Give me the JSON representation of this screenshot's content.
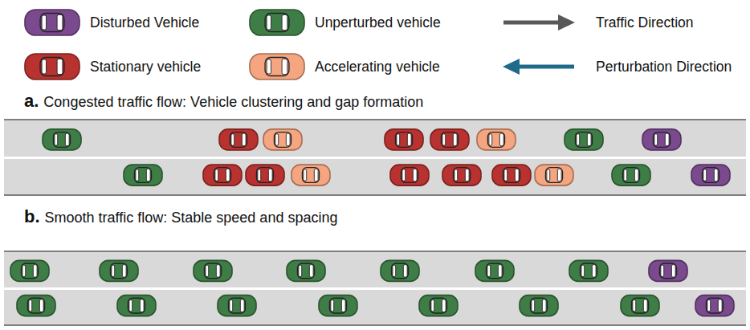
{
  "diagram": {
    "nodes": [
      {
        "text": [
          "a.",
          "Congested traffic flow: Vehicle clustering and gap formation"
        ]
      },
      {
        "text": [
          "b.",
          "Smooth traffic flow: Stable speed and spacing"
        ]
      }
    ],
    "legend": [
      {
        "text": "Disturbed Vehicle",
        "color": "#7b4a8e"
      },
      {
        "text": "Unperturbed vehicle",
        "color": "#3f7d47"
      },
      {
        "text": "Traffic Direction"
      },
      {
        "text": "Stationary vehicle",
        "color": "#b8322f"
      },
      {
        "text": "Accelerating vehicle",
        "color": "#f5a57f"
      },
      {
        "text": "Perturbation Direction"
      }
    ]
  }
}
